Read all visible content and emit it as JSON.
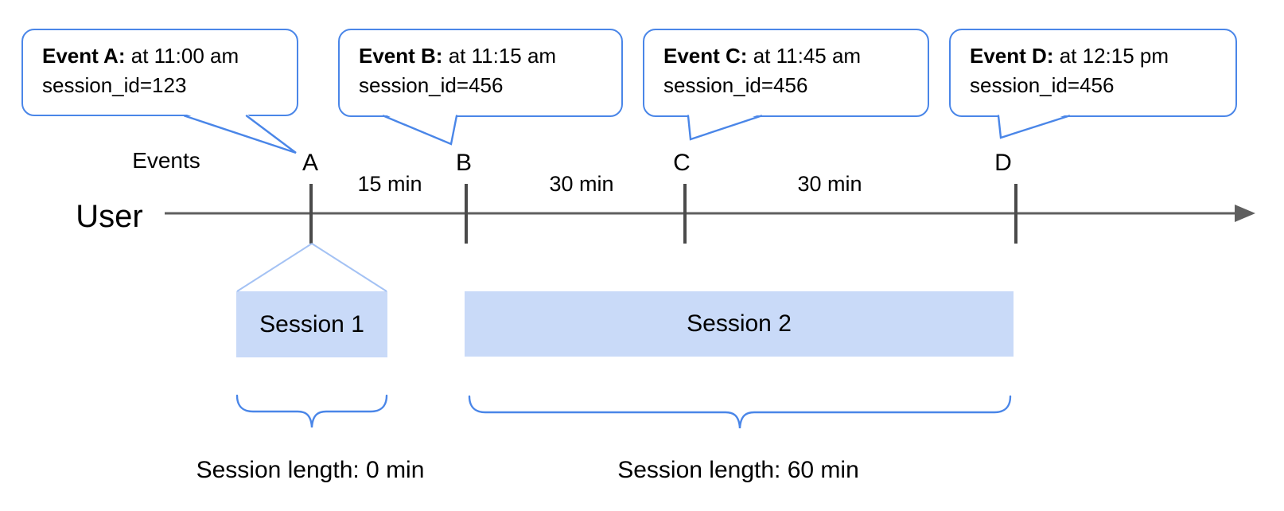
{
  "bubbles": [
    {
      "title": "Event A:",
      "time": "at 11:00 am",
      "session": "session_id=123"
    },
    {
      "title": "Event B:",
      "time": "at 11:15 am",
      "session": "session_id=456"
    },
    {
      "title": "Event C:",
      "time": "at 11:45 am",
      "session": "session_id=456"
    },
    {
      "title": "Event D:",
      "time": "at 12:15 pm",
      "session": "session_id=456"
    }
  ],
  "timeline": {
    "events_label": "Events",
    "user_label": "User",
    "event_marks": [
      "A",
      "B",
      "C",
      "D"
    ],
    "intervals": [
      "15 min",
      "30 min",
      "30 min"
    ]
  },
  "sessions": [
    {
      "label": "Session 1",
      "length_label": "Session length: 0 min"
    },
    {
      "label": "Session 2",
      "length_label": "Session length: 60 min"
    }
  ],
  "colors": {
    "accent_blue": "#4a86e8",
    "light_blue": "#a4c2f4",
    "session_fill": "#c9daf8",
    "line_gray": "#5f5f5f",
    "tick_gray": "#4a4a4a",
    "text": "#000000"
  }
}
